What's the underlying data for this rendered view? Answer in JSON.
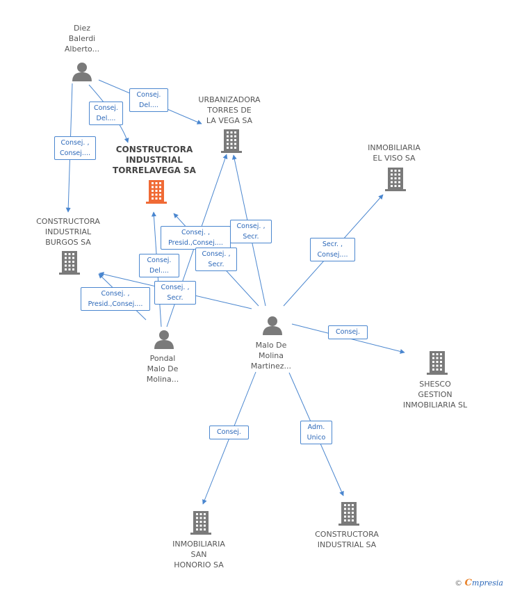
{
  "colors": {
    "edge": "#4a86cf",
    "building": "#7a7a7a",
    "building_highlight": "#f06a35",
    "person": "#7a7a7a"
  },
  "nodes": {
    "diez": {
      "type": "person",
      "lines": [
        "Diez",
        "Balerdi",
        "Alberto..."
      ]
    },
    "urbanizadora": {
      "type": "company",
      "lines": [
        "URBANIZADORA",
        "TORRES DE",
        "LA VEGA SA"
      ]
    },
    "ctorrelavega": {
      "type": "company",
      "highlight": true,
      "lines": [
        "CONSTRUCTORA",
        "INDUSTRIAL",
        "TORRELAVEGA SA"
      ]
    },
    "inmoviso": {
      "type": "company",
      "lines": [
        "INMOBILIARIA",
        "EL VISO SA"
      ]
    },
    "cburgos": {
      "type": "company",
      "lines": [
        "CONSTRUCTORA",
        "INDUSTRIAL",
        "BURGOS SA"
      ]
    },
    "pondal": {
      "type": "person",
      "lines": [
        "Pondal",
        "Malo De",
        "Molina..."
      ]
    },
    "malo": {
      "type": "person",
      "lines": [
        "Malo De",
        "Molina",
        "Martinez..."
      ]
    },
    "shesco": {
      "type": "company",
      "lines": [
        "SHESCO",
        "GESTION",
        "INMOBILIARIA SL"
      ]
    },
    "sanhonorio": {
      "type": "company",
      "lines": [
        "INMOBILIARIA",
        "SAN",
        "HONORIO SA"
      ]
    },
    "cind": {
      "type": "company",
      "lines": [
        "CONSTRUCTORA",
        "INDUSTRIAL SA"
      ]
    }
  },
  "edges": [
    {
      "from": "diez",
      "to": "urbanizadora",
      "label": [
        "Consej.",
        "Del...."
      ]
    },
    {
      "from": "diez",
      "to": "ctorrelavega",
      "label": [
        "Consej.",
        "Del...."
      ]
    },
    {
      "from": "diez",
      "to": "cburgos",
      "label": [
        "Consej. ,",
        "Consej...."
      ]
    },
    {
      "from": "pondal",
      "to": "ctorrelavega",
      "label": [
        "Consej. ,",
        "Presid.,Consej...."
      ]
    },
    {
      "from": "pondal",
      "to": "urbanizadora",
      "label": [
        "Consej. ,",
        "Secr."
      ]
    },
    {
      "from": "pondal",
      "to": "cburgos",
      "label": [
        "Consej. ,",
        "Presid.,Consej...."
      ]
    },
    {
      "from": "malo",
      "to": "ctorrelavega",
      "label": [
        "Consej.",
        "Del...."
      ]
    },
    {
      "from": "malo",
      "to": "urbanizadora",
      "label": [
        "Consej. ,",
        "Secr."
      ]
    },
    {
      "from": "malo",
      "to": "cburgos",
      "label": [
        "Consej. ,",
        "Secr."
      ]
    },
    {
      "from": "malo",
      "to": "inmoviso",
      "label": [
        "Secr. ,",
        "Consej...."
      ]
    },
    {
      "from": "malo",
      "to": "shesco",
      "label": [
        "Consej."
      ]
    },
    {
      "from": "malo",
      "to": "sanhonorio",
      "label": [
        "Consej."
      ]
    },
    {
      "from": "malo",
      "to": "cind",
      "label": [
        "Adm.",
        "Unico"
      ]
    }
  ],
  "footer": {
    "copyright": "©",
    "brand_e": "C",
    "brand_rest": "mpresia"
  }
}
